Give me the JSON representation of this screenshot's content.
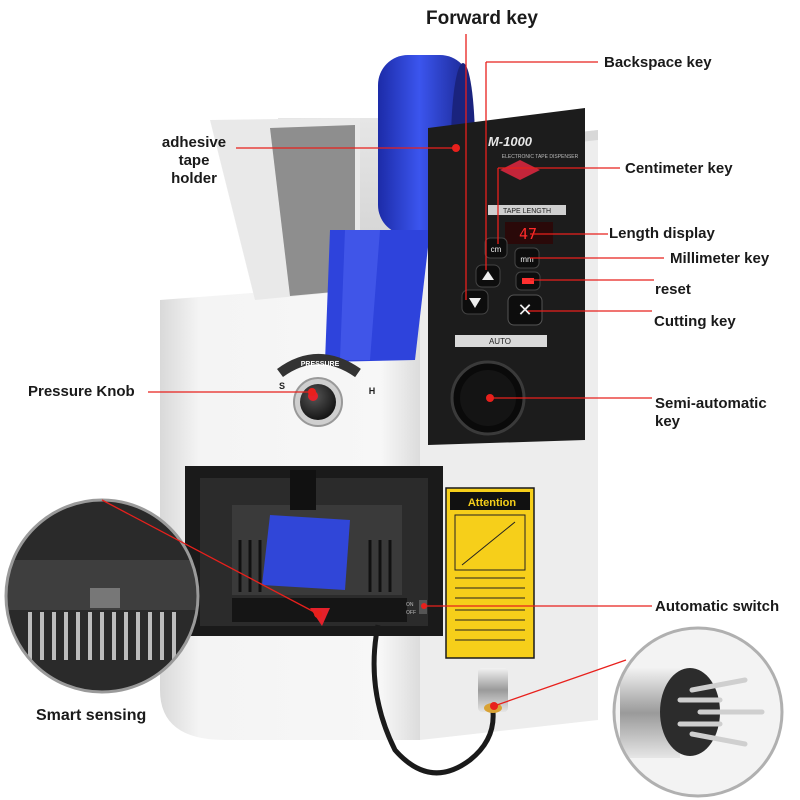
{
  "labels": {
    "forward_key": "Forward key",
    "backspace_key": "Backspace key",
    "adhesive_tape_holder": "adhesive tape holder",
    "centimeter_key": "Centimeter key",
    "length_display": "Length display",
    "millimeter_key": "Millimeter key",
    "reset": "reset",
    "cutting_key": "Cutting key",
    "pressure_knob": "Pressure Knob",
    "semi_automatic_key": "Semi-automatic key",
    "automatic_switch": "Automatic switch",
    "smart_sensing": "Smart sensing"
  },
  "device": {
    "brand": "M-1000",
    "subtitle": "ELECTRONIC TAPE DISPENSER",
    "panel_tape_length": "TAPE LENGTH",
    "panel_auto": "AUTO",
    "knob_label": "PRESSURE",
    "knob_s": "S",
    "knob_h": "H",
    "display_value": "47",
    "key_cm": "cm",
    "key_mm": "mm",
    "attention_title": "Attention",
    "switch_on": "ON",
    "switch_off": "OFF"
  },
  "colors": {
    "callout_line": "#e8201c",
    "tape_blue": "#2b3fd8",
    "panel_black": "#1c1c1c",
    "attention_yellow": "#f6cf1a",
    "body_white": "#f3f3f3"
  }
}
